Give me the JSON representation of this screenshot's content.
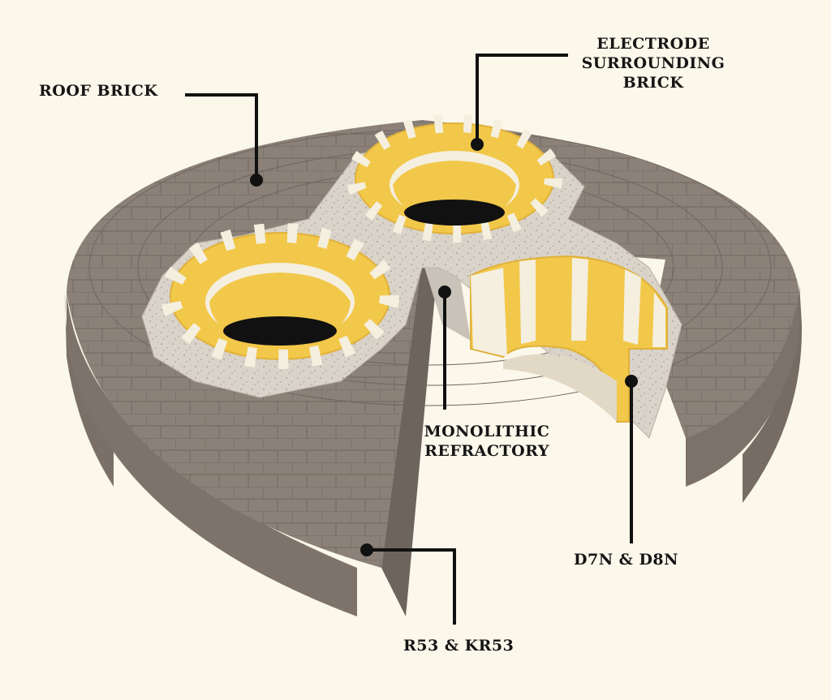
{
  "labels": {
    "roof_brick": "ROOF BRICK",
    "electrode_surrounding_brick": [
      "ELECTRODE",
      "SURROUNDING",
      "BRICK"
    ],
    "monolithic_refractory": [
      "MONOLITHIC",
      "REFRACTORY"
    ],
    "d7n_d8n": "D7N & D8N",
    "r53_kr53": "R53 & KR53"
  },
  "colors": {
    "background": "#fbf7ea",
    "roof_brick": "#8b8178",
    "roof_brick_side": "#776d65",
    "monolithic": "#d8d2c8",
    "electrode_yellow": "#f2c84a",
    "electrode_white": "#f4efdf",
    "leader_line": "#111111"
  }
}
